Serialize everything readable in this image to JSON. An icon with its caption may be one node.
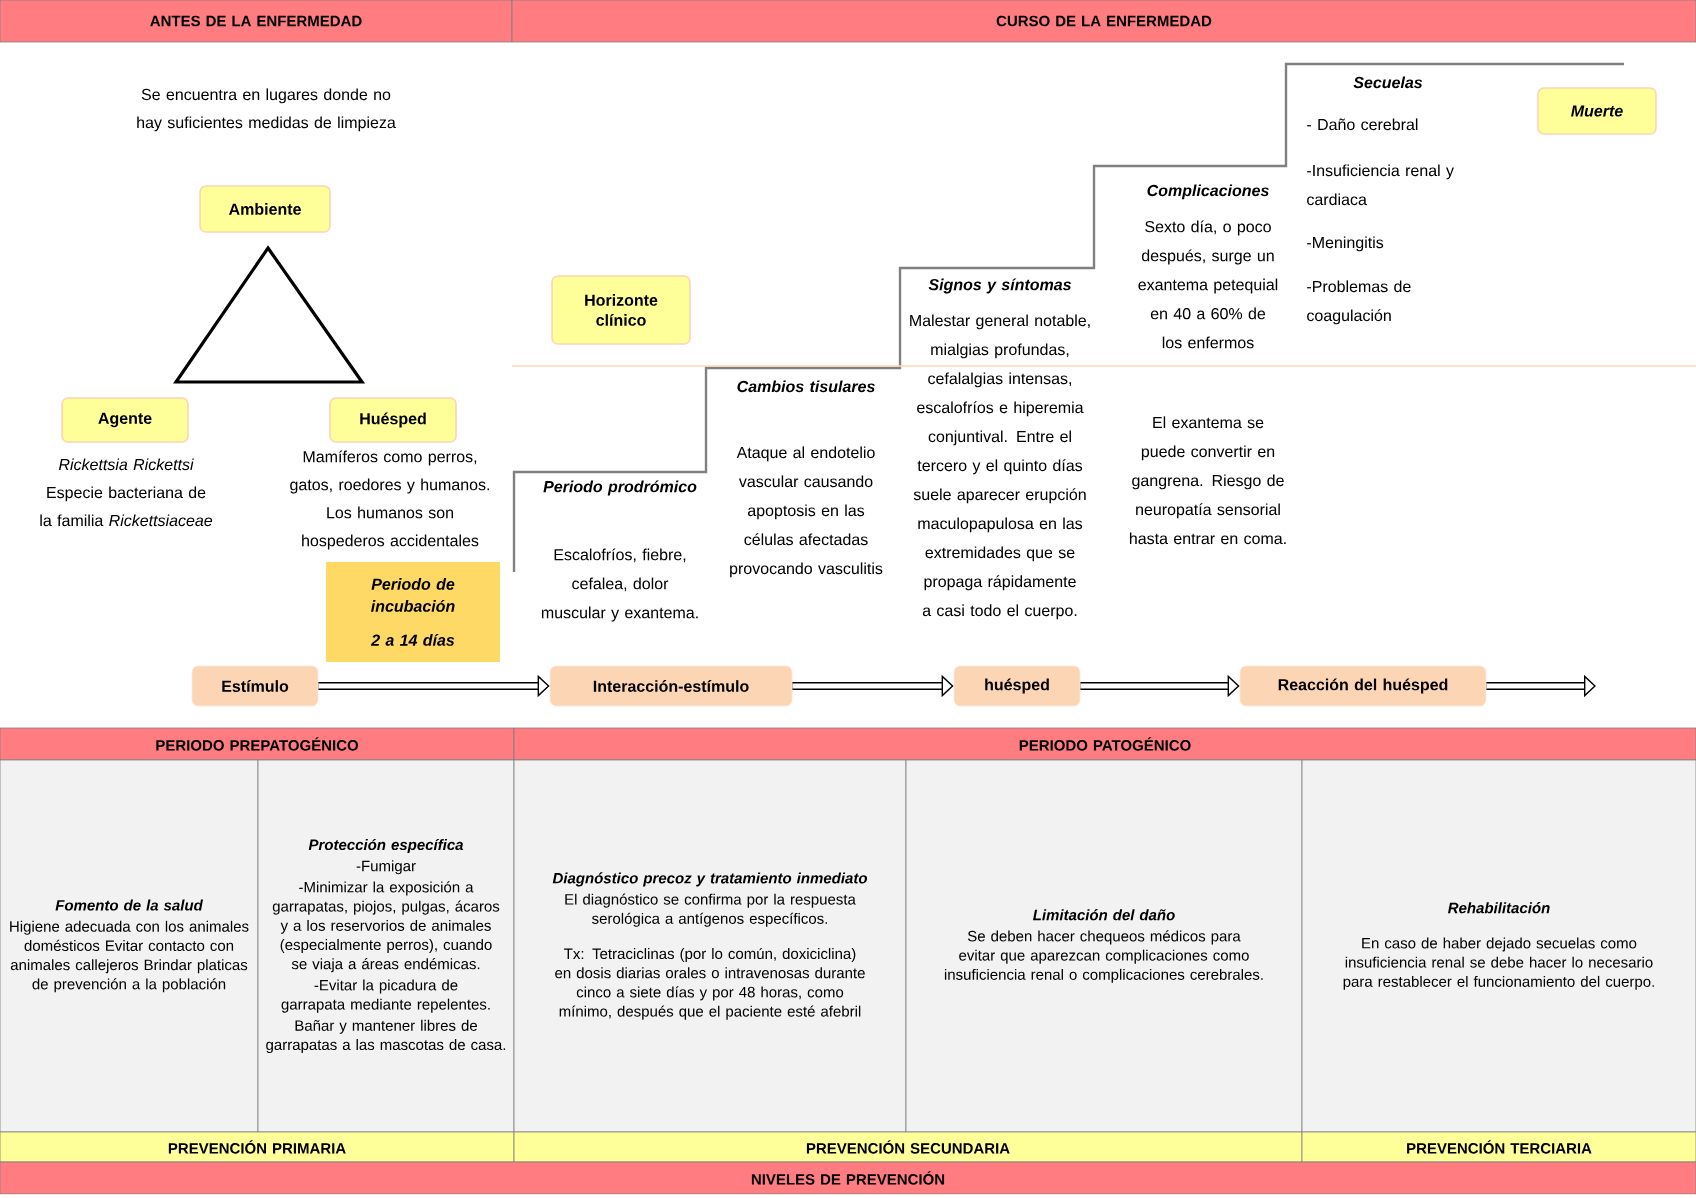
{
  "diagram": {
    "nodes": [
      {
        "text": [
          "ANTES DE LA ENFERMEDAD"
        ]
      },
      {
        "text": [
          "CURSO DE LA ENFERMEDAD"
        ]
      },
      {
        "text": [
          "Muerte"
        ]
      },
      {
        "text": [
          "Ambiente"
        ],
        "beside": [
          "Se encuentra en lugares donde no hay suficientes medidas de limpieza"
        ]
      },
      {
        "text": [
          "Horizonte clínico"
        ]
      },
      {
        "text": [
          "Agente"
        ],
        "beside": [
          "*Rickettsia Rickettsi* Especie bacteriana de la familia *Rickettsiaceae*"
        ]
      },
      {
        "text": [
          "Huésped"
        ],
        "beside": [
          "Mamíferos como perros, gatos, roedores y humanos. Los humanos son hospederos accidentales"
        ]
      },
      {
        "text": [
          "Periodo de incubación",
          "2 a 14 días"
        ]
      },
      {
        "text": [
          "Estímulo"
        ]
      },
      {
        "text": [
          "Interacción-estímulo"
        ]
      },
      {
        "text": [
          "huésped"
        ]
      },
      {
        "text": [
          "Reacción del huésped"
        ]
      },
      {
        "text": [
          "PERIODO PREPATOGÉNICO"
        ]
      },
      {
        "text": [
          "PERIODO PATOGÉNICO"
        ]
      },
      {
        "text": [
          "Fomento de la salud",
          "Higiene adecuada con los animales domésticos Evitar contacto con animales callejeros Brindar platicas de prevención a la población"
        ]
      },
      {
        "text": [
          "Protección específica",
          "-Fumigar",
          "-Minimizar la exposición a garrapatas, piojos, pulgas, ácaros y a los reservorios de animales (especialmente perros), cuando se viaja a áreas endémicas.",
          "-Evitar la picadura de garrapata mediante repelentes.",
          "Bañar y mantener libres de garrapatas a las mascotas de casa."
        ]
      },
      {
        "text": [
          "Diagnóstico precoz y tratamiento inmediato",
          "El diagnóstico se confirma por la respuesta serológica a antígenos específicos.",
          "Tx: Tetraciclinas (por lo común, doxiciclina) en dosis diarias orales o intravenosas durante cinco a siete días y por 48 horas, como mínimo, después que el paciente esté afebril"
        ]
      },
      {
        "text": [
          "Limitación del daño",
          "Se deben hacer chequeos médicos para evitar que aparezcan complicaciones como insuficiencia renal o complicaciones cerebrales."
        ]
      },
      {
        "text": [
          "Rehabilitación",
          "En caso de haber dejado secuelas como insuficiencia renal se debe hacer lo necesario para restablecer el funcionamiento del cuerpo."
        ]
      },
      {
        "text": [
          "PREVENCIÓN PRIMARIA"
        ]
      },
      {
        "text": [
          "PREVENCIÓN SECUNDARIA"
        ]
      },
      {
        "text": [
          "PREVENCIÓN TERCIARIA"
        ]
      },
      {
        "text": [
          "NIVELES DE PREVENCIÓN"
        ]
      }
    ],
    "edges": [
      {
        "from": 8,
        "to": 9,
        "arrow": "to"
      },
      {
        "from": 9,
        "to": 10,
        "arrow": "to"
      },
      {
        "from": 10,
        "to": 11,
        "arrow": "to"
      },
      {
        "from": 11,
        "to": null,
        "arrow": "to"
      }
    ],
    "labels": [
      "Periodo prodrómico",
      "Escalofríos, fiebre, cefalea, dolor muscular y exantema.",
      "Cambios tisulares",
      "Ataque al endotelio vascular causando apoptosis en las células afectadas provocando vasculitis",
      "Signos y síntomas",
      "Malestar general notable, mialgias profundas, cefalalgias intensas, escalofríos e hiperemia conjuntival. Entre el tercero y el quinto días suele aparecer erupción maculopapulosa en las extremidades que se propaga rápidamente a casi todo el cuerpo.",
      "Complicaciones",
      "Sexto día, o poco después, surge un exantema petequial en 40 a 60% de los enfermos",
      "El exantema se puede convertir en gangrena. Riesgo de neuropatía sensorial hasta entrar en coma.",
      "Secuelas",
      "- Daño cerebral",
      "-Insuficiencia renal y cardiaca",
      "-Meningitis",
      "-Problemas de coagulación"
    ]
  }
}
